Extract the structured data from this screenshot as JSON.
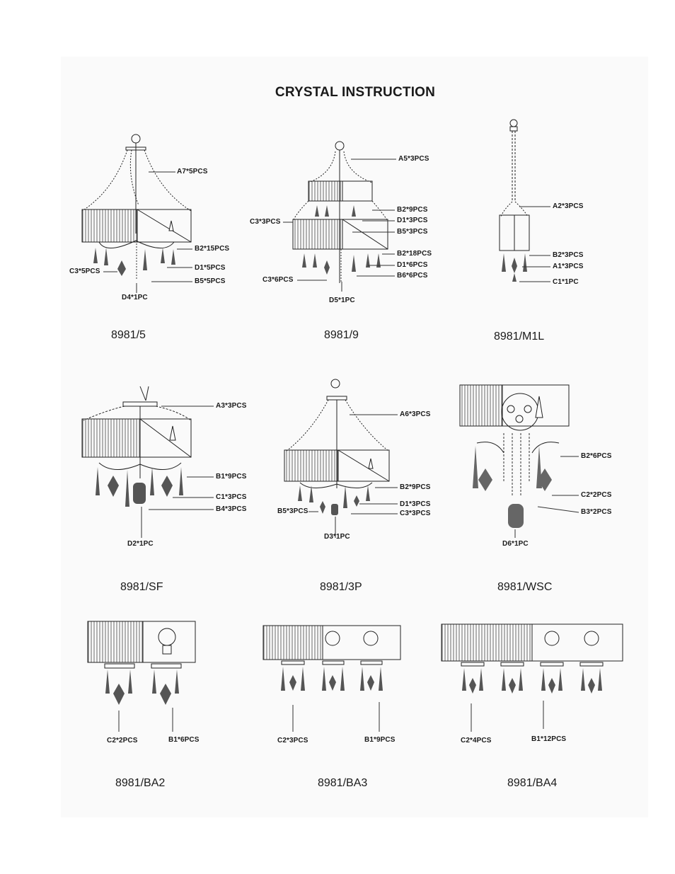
{
  "title": "CRYSTAL INSTRUCTION",
  "models": [
    {
      "name": "8981/5",
      "labels": [
        "A7*5PCS",
        "B2*15PCS",
        "D1*5PCS",
        "B5*5PCS",
        "C3*5PCS",
        "D4*1PC"
      ]
    },
    {
      "name": "8981/9",
      "labels": [
        "A5*3PCS",
        "B2*9PCS",
        "D1*3PCS",
        "B5*3PCS",
        "C3*3PCS",
        "B2*18PCS",
        "D1*6PCS",
        "B6*6PCS",
        "C3*6PCS",
        "D5*1PC"
      ]
    },
    {
      "name": "8981/M1L",
      "labels": [
        "A2*3PCS",
        "B2*3PCS",
        "A1*3PCS",
        "C1*1PC"
      ]
    },
    {
      "name": "8981/SF",
      "labels": [
        "A3*3PCS",
        "B1*9PCS",
        "C1*3PCS",
        "B4*3PCS",
        "D2*1PC"
      ]
    },
    {
      "name": "8981/3P",
      "labels": [
        "A6*3PCS",
        "B2*9PCS",
        "D1*3PCS",
        "C3*3PCS",
        "B5*3PCS",
        "D3*1PC"
      ]
    },
    {
      "name": "8981/WSC",
      "labels": [
        "B2*6PCS",
        "C2*2PCS",
        "B3*2PCS",
        "D6*1PC"
      ]
    },
    {
      "name": "8981/BA2",
      "labels": [
        "C2*2PCS",
        "B1*6PCS"
      ]
    },
    {
      "name": "8981/BA3",
      "labels": [
        "C2*3PCS",
        "B1*9PCS"
      ]
    },
    {
      "name": "8981/BA4",
      "labels": [
        "C2*4PCS",
        "B1*12PCS"
      ]
    }
  ]
}
